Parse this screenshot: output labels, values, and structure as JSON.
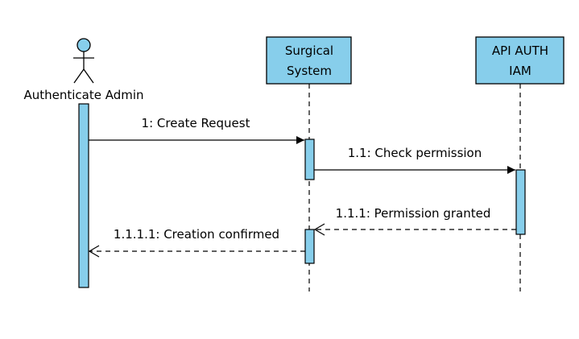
{
  "participants": {
    "actor": {
      "name": "Authenticate Admin"
    },
    "surgical": {
      "line1": "Surgical",
      "line2": "System"
    },
    "api": {
      "line1": "API AUTH",
      "line2": "IAM"
    }
  },
  "messages": [
    {
      "label": "1: Create Request",
      "kind": "sync"
    },
    {
      "label": "1.1: Check permission",
      "kind": "sync"
    },
    {
      "label": "1.1.1: Permission granted",
      "kind": "return"
    },
    {
      "label": "1.1.1.1: Creation confirmed",
      "kind": "return"
    }
  ],
  "colors": {
    "fill": "#87CEEB",
    "stroke": "#000000",
    "background": "#ffffff"
  }
}
